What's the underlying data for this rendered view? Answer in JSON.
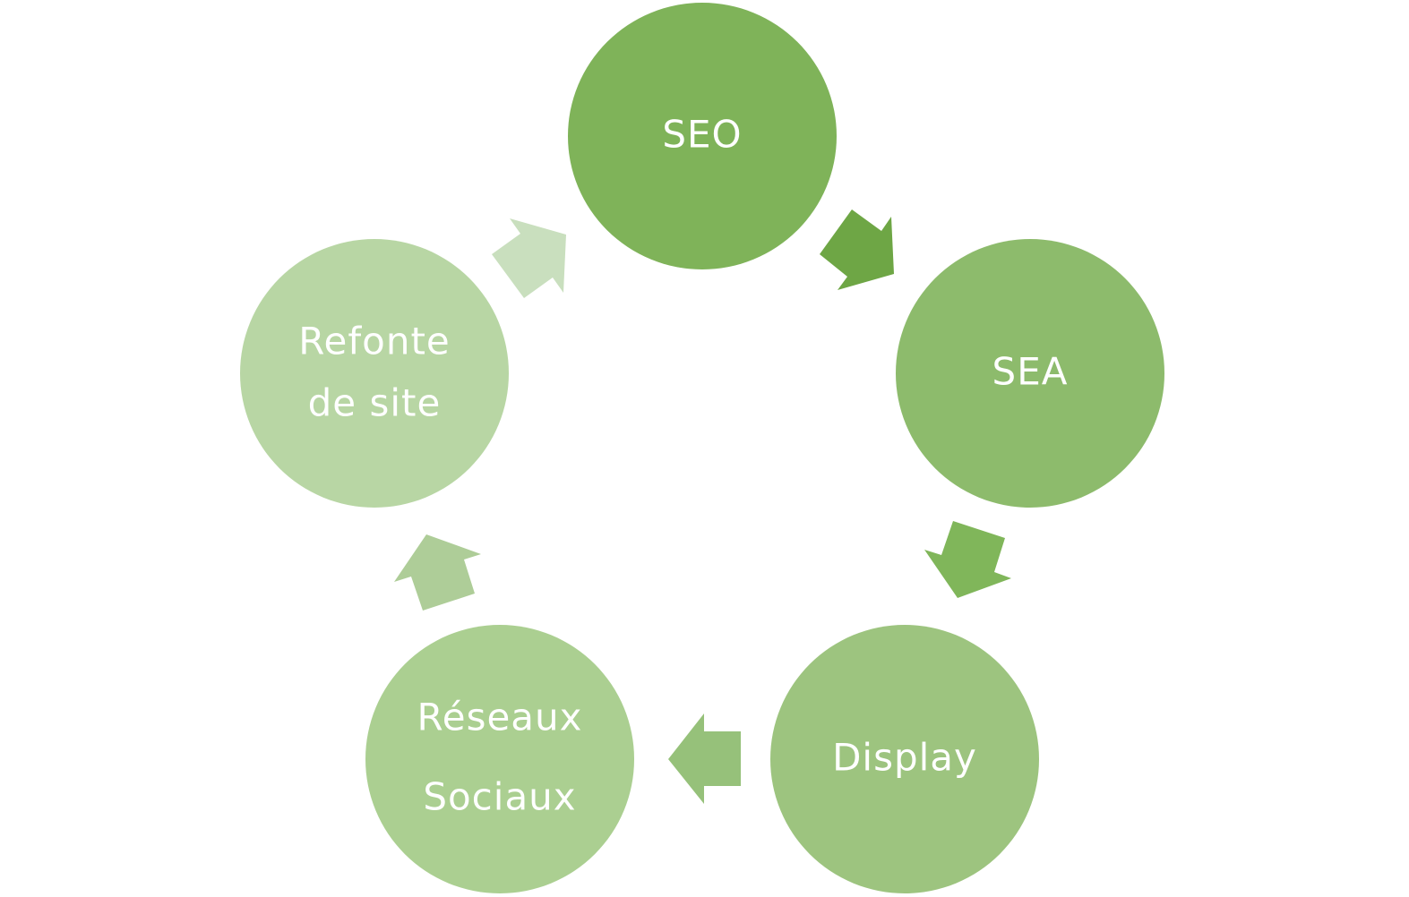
{
  "diagram": {
    "nodes": [
      {
        "id": "seo",
        "lines": [
          "SEO"
        ],
        "color": "#7fb359"
      },
      {
        "id": "sea",
        "lines": [
          "SEA"
        ],
        "color": "#8dbb6c"
      },
      {
        "id": "display",
        "lines": [
          "Display"
        ],
        "color": "#9dc47f"
      },
      {
        "id": "reseaux",
        "lines": [
          "Réseaux",
          "Sociaux"
        ],
        "color": "#abcf91"
      },
      {
        "id": "refonte",
        "lines": [
          "Refonte",
          "de site"
        ],
        "color": "#b8d6a4"
      }
    ],
    "arrows": [
      {
        "from": "seo",
        "to": "sea",
        "color": "#6ea645"
      },
      {
        "from": "sea",
        "to": "display",
        "color": "#80b65a"
      },
      {
        "from": "display",
        "to": "reseaux",
        "color": "#96c17a"
      },
      {
        "from": "reseaux",
        "to": "refonte",
        "color": "#aecd98"
      },
      {
        "from": "refonte",
        "to": "seo",
        "color": "#c9dfbe"
      }
    ]
  }
}
